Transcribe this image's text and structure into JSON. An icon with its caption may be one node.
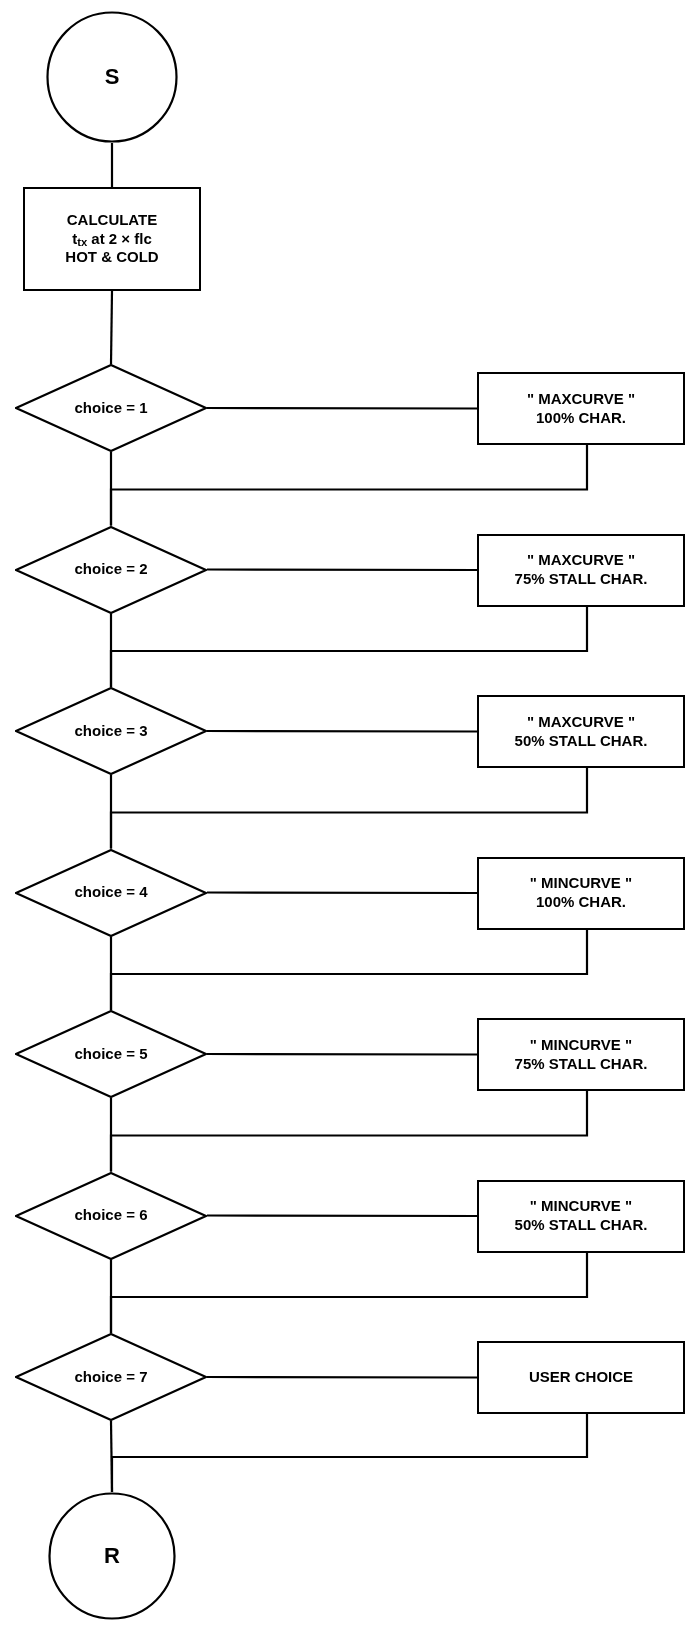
{
  "diagram": {
    "nodes": [
      {
        "text": [
          "S"
        ]
      },
      {
        "text": [
          "CALCULATE",
          "t$_{tx}$ at 2 × flc",
          "HOT & COLD"
        ]
      },
      {
        "text": [
          "choice = 1"
        ]
      },
      {
        "text": [
          "\" MAXCURVE \"",
          "100% CHAR."
        ]
      },
      {
        "text": [
          "choice = 2"
        ]
      },
      {
        "text": [
          "\" MAXCURVE \"",
          "75% STALL CHAR."
        ]
      },
      {
        "text": [
          "choice = 3"
        ]
      },
      {
        "text": [
          "\" MAXCURVE \"",
          "50% STALL CHAR."
        ]
      },
      {
        "text": [
          "choice = 4"
        ]
      },
      {
        "text": [
          "\" MINCURVE \"",
          "100% CHAR."
        ]
      },
      {
        "text": [
          "choice = 5"
        ]
      },
      {
        "text": [
          "\" MINCURVE \"",
          "75% STALL CHAR."
        ]
      },
      {
        "text": [
          "choice = 6"
        ]
      },
      {
        "text": [
          "\" MINCURVE \"",
          "50% STALL CHAR."
        ]
      },
      {
        "text": [
          "choice = 7"
        ]
      },
      {
        "text": [
          "USER CHOICE"
        ]
      },
      {
        "text": [
          "R"
        ]
      }
    ],
    "edges": [
      {
        "from": 0,
        "to": 1,
        "arrow": "none"
      },
      {
        "from": 1,
        "to": 2,
        "arrow": "none"
      },
      {
        "from": 2,
        "to": 3,
        "arrow": "none"
      },
      {
        "from": 2,
        "to": 4,
        "arrow": "none"
      },
      {
        "from": 3,
        "to": 4,
        "arrow": "none"
      },
      {
        "from": 4,
        "to": 5,
        "arrow": "none"
      },
      {
        "from": 4,
        "to": 6,
        "arrow": "none"
      },
      {
        "from": 5,
        "to": 6,
        "arrow": "none"
      },
      {
        "from": 6,
        "to": 7,
        "arrow": "none"
      },
      {
        "from": 6,
        "to": 8,
        "arrow": "none"
      },
      {
        "from": 7,
        "to": 8,
        "arrow": "none"
      },
      {
        "from": 8,
        "to": 9,
        "arrow": "none"
      },
      {
        "from": 8,
        "to": 10,
        "arrow": "none"
      },
      {
        "from": 9,
        "to": 10,
        "arrow": "none"
      },
      {
        "from": 10,
        "to": 11,
        "arrow": "none"
      },
      {
        "from": 10,
        "to": 12,
        "arrow": "none"
      },
      {
        "from": 11,
        "to": 12,
        "arrow": "none"
      },
      {
        "from": 12,
        "to": 13,
        "arrow": "none"
      },
      {
        "from": 12,
        "to": 14,
        "arrow": "none"
      },
      {
        "from": 13,
        "to": 14,
        "arrow": "none"
      },
      {
        "from": 14,
        "to": 15,
        "arrow": "none"
      },
      {
        "from": 14,
        "to": 16,
        "arrow": "none"
      },
      {
        "from": 15,
        "to": 16,
        "arrow": "none"
      }
    ]
  }
}
